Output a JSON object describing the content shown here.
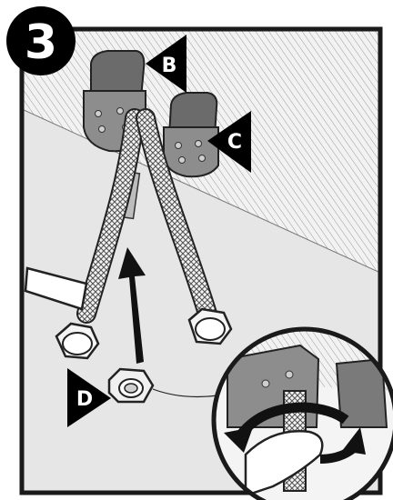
{
  "step": {
    "number": "3"
  },
  "callouts": {
    "b": "B",
    "c": "C",
    "d": "D"
  }
}
